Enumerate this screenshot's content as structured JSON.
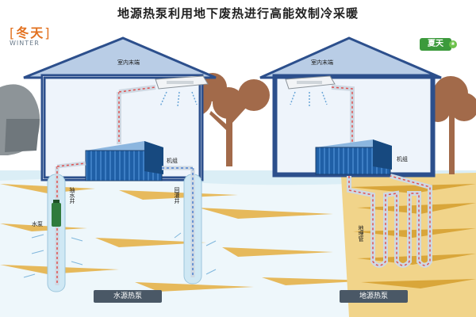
{
  "title": "地源热泵利用地下废热进行高能效制冷采暖",
  "winter": {
    "label": "冬天",
    "label_en": "WINTER",
    "color": "#e2701e"
  },
  "summer": {
    "label": "夏天",
    "badge_color": "#3c9a3c"
  },
  "left_house": {
    "indoor_unit": "室内末端",
    "unit": "机组",
    "pump_well": "抽水井",
    "pump": "水泵",
    "return_well": "回灌井",
    "caption": "水源热泵"
  },
  "right_house": {
    "indoor_unit": "室内末端",
    "unit": "机组",
    "buried_pipe": "地埋管",
    "caption": "地源热泵"
  },
  "colors": {
    "ground": "#e6b653",
    "water": "#dbeef6",
    "house_wall": "#ffffff",
    "house_outline": "#2c4f8c",
    "roof": "#b9cde6",
    "unit_blue": "#1f5fa6",
    "caption_bg": "#4a5866"
  }
}
